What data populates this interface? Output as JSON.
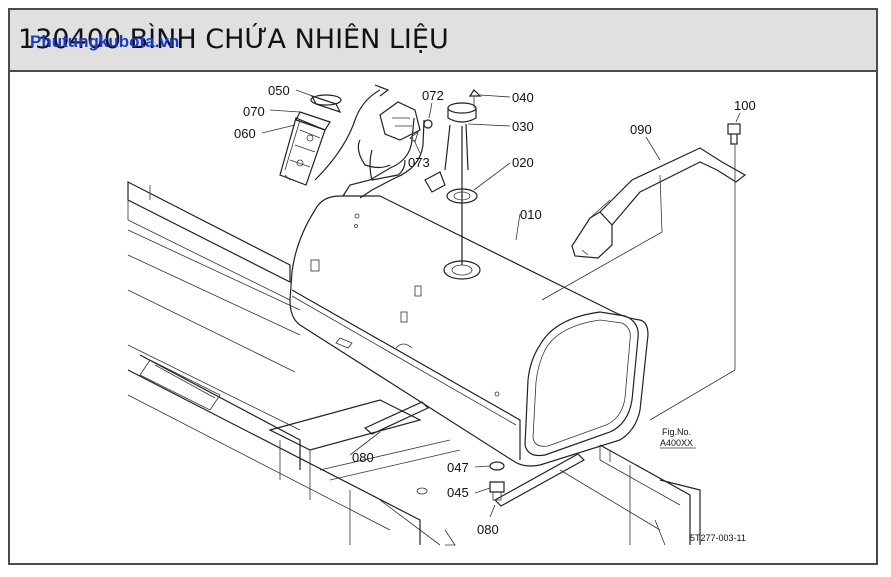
{
  "header": {
    "title": "130400 BÌNH CHỨA NHIÊN LIỆU",
    "watermark": "Phutungkubota.vn"
  },
  "callouts": [
    "050",
    "070",
    "060",
    "072",
    "073",
    "040",
    "030",
    "020",
    "010",
    "090",
    "100",
    "080",
    "047",
    "045",
    "080"
  ],
  "figure": {
    "fig_no_label": "Fig.No.",
    "fig_no_value": "A400XX",
    "drawing_code": "5T277-003-11"
  }
}
